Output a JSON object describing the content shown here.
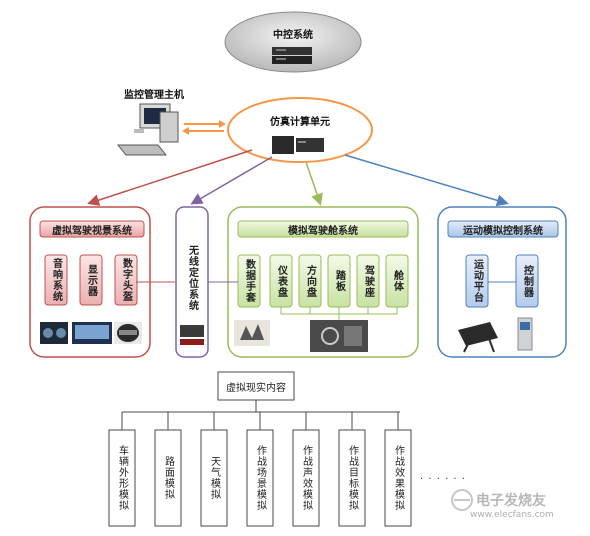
{
  "top": {
    "label": "中控系统"
  },
  "host": {
    "label": "监控管理主机"
  },
  "sim": {
    "label": "仿真计算单元"
  },
  "groups": {
    "visual": {
      "title": "虚拟驾驶视景系统",
      "items": [
        "音响系统",
        "显示器",
        "数字头盔"
      ]
    },
    "wireless": {
      "title": "无线定位系统"
    },
    "cockpit": {
      "title": "模拟驾驶舱系统",
      "items": [
        "数据手套",
        "仪表盘",
        "方向盘",
        "踏板",
        "驾驶座",
        "舱体"
      ]
    },
    "motion": {
      "title": "运动模拟控制系统",
      "items": [
        "运动平台",
        "控制器"
      ]
    }
  },
  "vr": {
    "title": "虚拟现实内容",
    "items": [
      "车辆外形模拟",
      "路面模拟",
      "天气模拟",
      "作战场景模拟",
      "作战声效模拟",
      "作战目标模拟",
      "作战效果模拟"
    ],
    "ellipsis": "· · · · · ·"
  },
  "watermark": {
    "text": "电子发烧友",
    "url": "www.elecfans.com"
  },
  "colors": {
    "red": "#c0504d",
    "purple": "#8064a2",
    "green": "#9bbb59",
    "blue": "#4f81bd",
    "orange": "#f79646"
  }
}
